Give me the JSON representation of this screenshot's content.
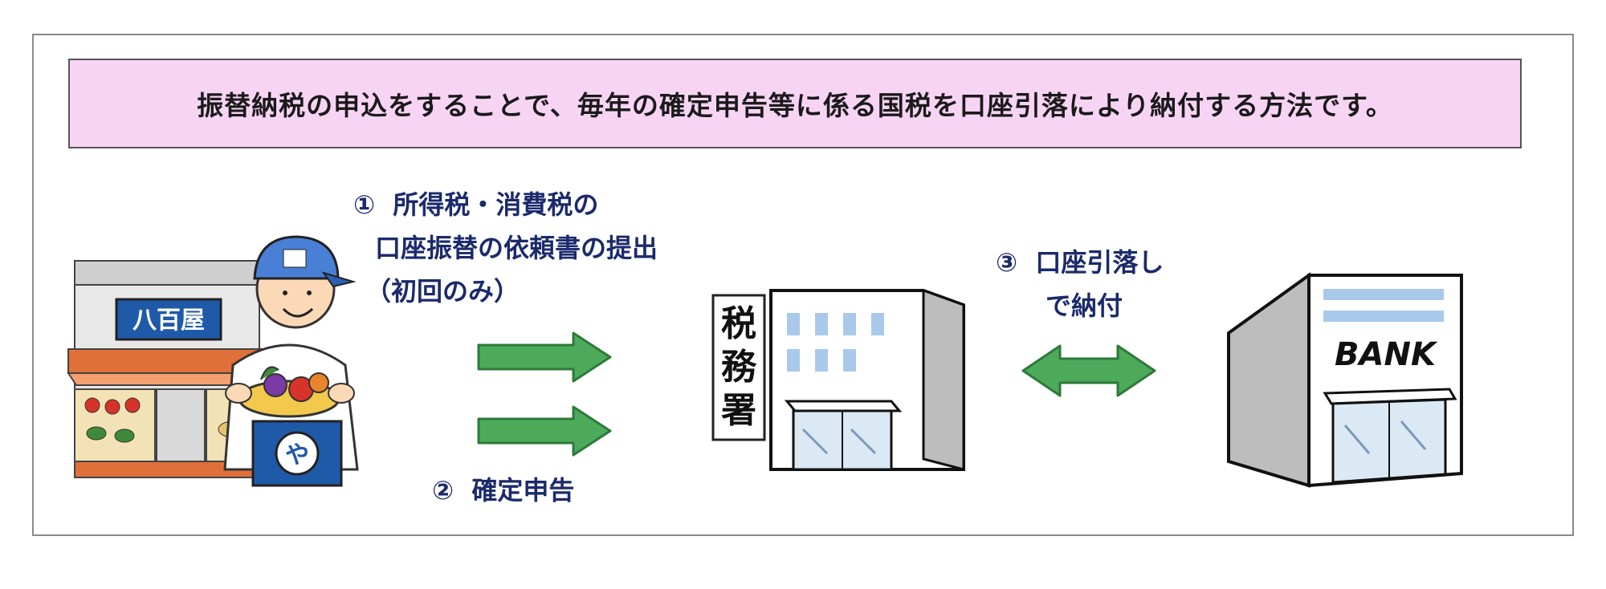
{
  "banner": {
    "text": "振替納税の申込をすることで、毎年の確定申告等に係る国税を口座引落により納付する方法です。"
  },
  "steps": {
    "step1": {
      "number": "①",
      "lines": [
        "所得税・消費税の",
        "口座振替の依頼書の提出",
        "（初回のみ）"
      ]
    },
    "step2": {
      "number": "②",
      "text": "確定申告"
    },
    "step3": {
      "number": "③",
      "lines": [
        "口座引落し",
        "で納付"
      ]
    }
  },
  "shop": {
    "sign": "八百屋"
  },
  "tax_office": {
    "sign_chars": [
      "税",
      "務",
      "署"
    ]
  },
  "bank": {
    "sign": "BANK"
  },
  "colors": {
    "banner_bg": "#f7d4f4",
    "label_text": "#1b2a6b",
    "arrow_fill": "#4caa5a",
    "arrow_stroke": "#2d7a3a",
    "shop_sign_bg": "#1f5aa8",
    "cap_blue": "#4a7fd6"
  }
}
